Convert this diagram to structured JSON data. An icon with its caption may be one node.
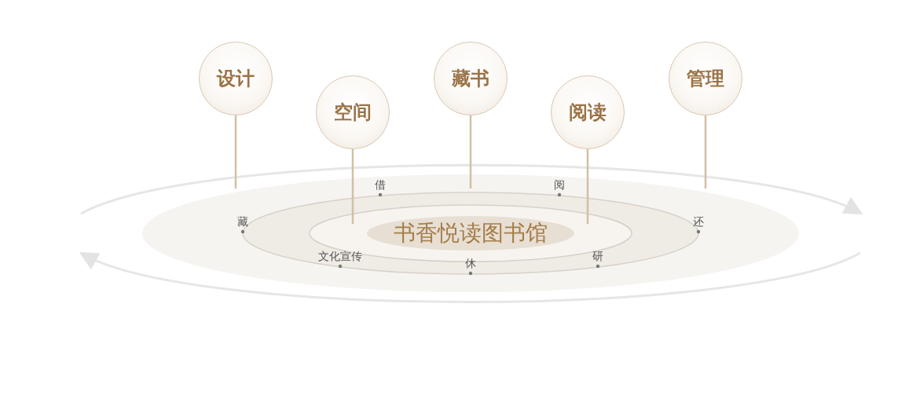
{
  "diagram": {
    "nodes": [
      {
        "text": [
          "设计"
        ]
      },
      {
        "text": [
          "空间"
        ]
      },
      {
        "text": [
          "藏书"
        ]
      },
      {
        "text": [
          "阅读"
        ]
      },
      {
        "text": [
          "管理"
        ]
      },
      {
        "text": [
          "书香悦读图书馆"
        ]
      }
    ],
    "edges": [
      {
        "from": 0,
        "to": 5,
        "arrow": "none"
      },
      {
        "from": 1,
        "to": 5,
        "arrow": "none"
      },
      {
        "from": 2,
        "to": 5,
        "arrow": "none"
      },
      {
        "from": 3,
        "to": 5,
        "arrow": "none"
      },
      {
        "from": 4,
        "to": 5,
        "arrow": "none"
      }
    ],
    "labels": [
      "借",
      "阅",
      "藏",
      "还",
      "文化宣传",
      "研",
      "休"
    ]
  }
}
